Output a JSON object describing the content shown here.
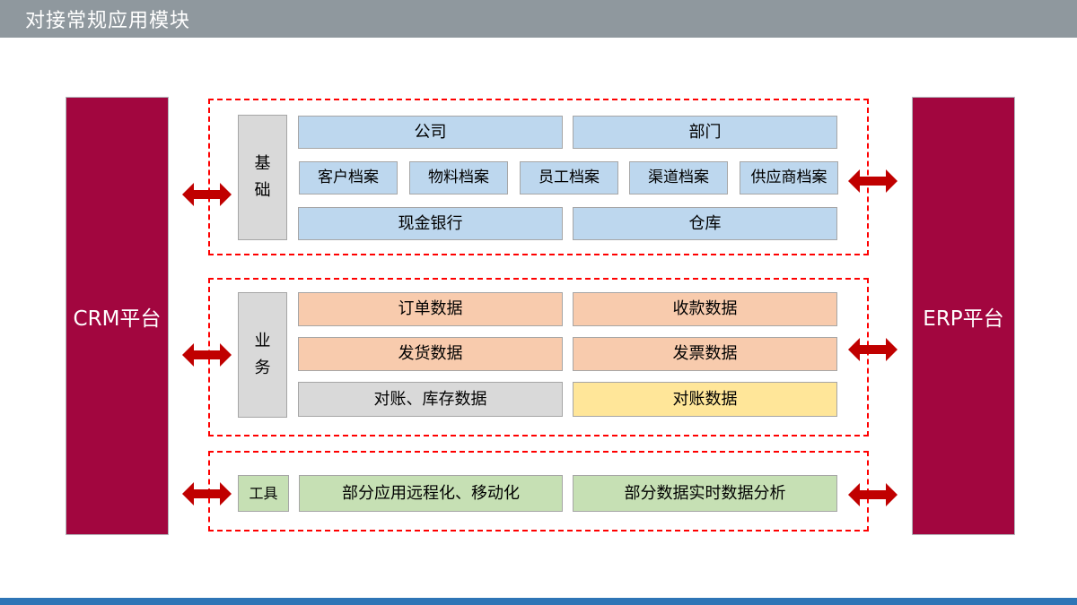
{
  "slide": {
    "title": "对接常规应用模块"
  },
  "platforms": {
    "crm": {
      "label": "CRM平台"
    },
    "erp": {
      "label": "ERP平台"
    }
  },
  "groups": [
    {
      "label": "基础",
      "rows": [
        {
          "cells": [
            "公司",
            "部门"
          ]
        },
        {
          "cells": [
            "客户档案",
            "物料档案",
            "员工档案",
            "渠道档案",
            "供应商档案"
          ]
        },
        {
          "cells": [
            "现金银行",
            "仓库"
          ]
        }
      ]
    },
    {
      "label": "业务",
      "rows": [
        {
          "cells": [
            "订单数据",
            "收款数据"
          ]
        },
        {
          "cells": [
            "发货数据",
            "发票数据"
          ]
        },
        {
          "cells": [
            "对账、库存数据",
            "对账数据"
          ]
        }
      ]
    },
    {
      "label": "工具",
      "rows": [
        {
          "cells": [
            "部分应用远程化、移动化",
            "部分数据实时数据分析"
          ]
        }
      ]
    }
  ],
  "icons": {
    "double_arrow": "double-arrow-icon"
  },
  "colors": {
    "title_bar": "#8F989E",
    "platform": "#A2063F",
    "arrow": "#C00000",
    "dashed_border": "#FF0000",
    "basic_fill": "#BDD7EE",
    "business_fill": "#F8CBAD",
    "neutral_fill": "#D9D9D9",
    "highlight_fill": "#FFE699",
    "tools_fill": "#C6E0B4",
    "bottom_bar": "#2E75B6"
  }
}
